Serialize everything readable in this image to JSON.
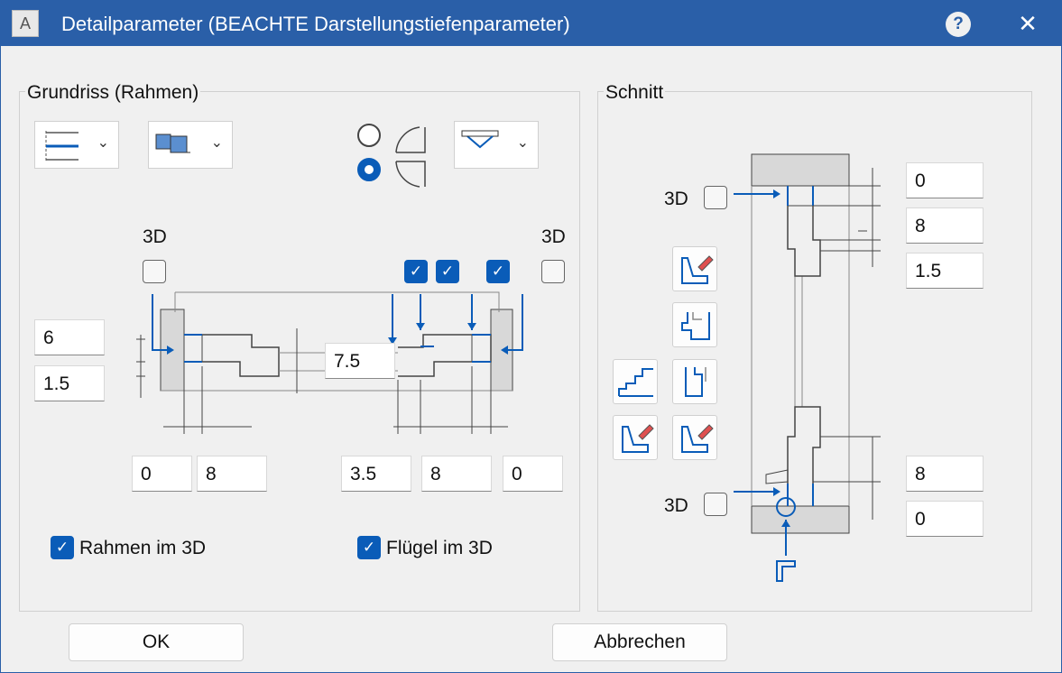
{
  "window": {
    "title": "Detailparameter (BEACHTE Darstellungstiefenparameter)",
    "app_icon": "A",
    "help": "?",
    "close": "✕"
  },
  "grundriss": {
    "title": "Grundriss (Rahmen)",
    "label_3d_left": "3D",
    "label_3d_right": "3D",
    "left_height_top": "6",
    "left_height_bottom": "1.5",
    "center_value": "7.5",
    "bottom_values": [
      "0",
      "8",
      "3.5",
      "8",
      "0"
    ],
    "rahmen_3d_label": "Rahmen im 3D",
    "fluegel_3d_label": "Flügel im 3D",
    "checkboxes": {
      "left_3d": false,
      "right_3d": false,
      "c1": true,
      "c2": true,
      "c3": true,
      "rahmen_3d": true,
      "fluegel_3d": true
    },
    "radio_selected": "lower"
  },
  "schnitt": {
    "title": "Schnitt",
    "label_3d_top": "3D",
    "label_3d_bottom": "3D",
    "top_values": [
      "0",
      "8",
      "1.5"
    ],
    "bottom_values": [
      "8",
      "0"
    ]
  },
  "buttons": {
    "ok": "OK",
    "cancel": "Abbrechen"
  },
  "colors": {
    "accent": "#0a5cb8",
    "titlebar": "#2a5fa8"
  }
}
